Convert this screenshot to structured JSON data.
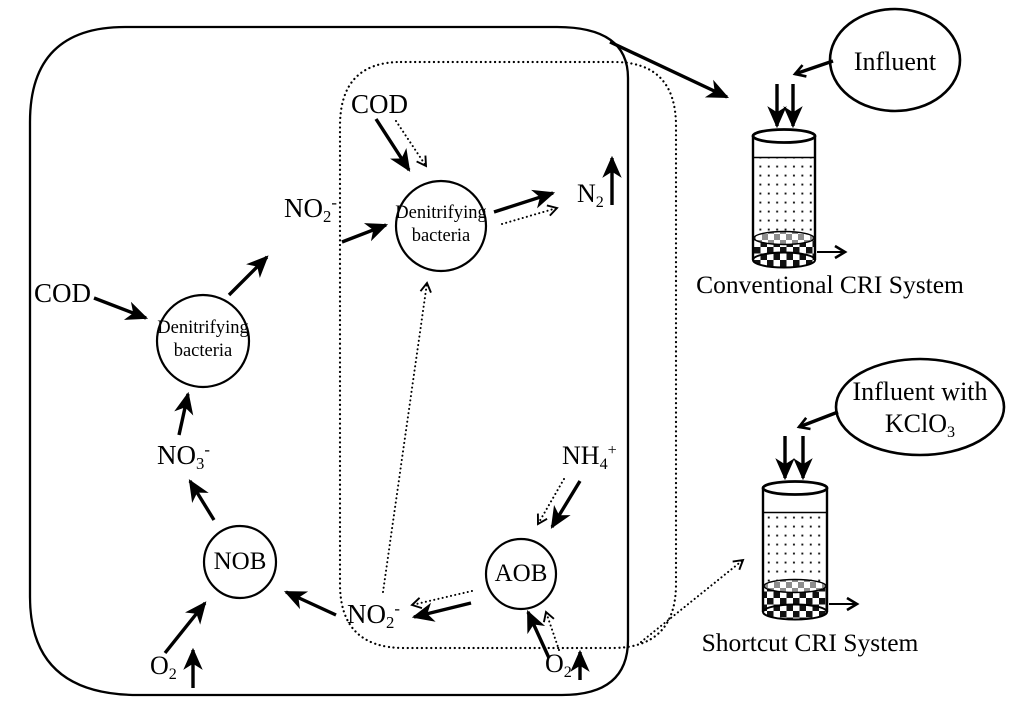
{
  "colors": {
    "ink": "#000000",
    "background": "#ffffff"
  },
  "diagram": {
    "labels": {
      "cod": "COD",
      "no2": {
        "base": "NO",
        "sub": "2",
        "sup": "-"
      },
      "no3": {
        "base": "NO",
        "sub": "3",
        "sup": "-"
      },
      "nh4": {
        "base": "NH",
        "sub": "4",
        "sup": "+"
      },
      "n2": {
        "base": "N",
        "sub": "2"
      },
      "o2": {
        "base": "O",
        "sub": "2"
      }
    },
    "nodes": {
      "denitrifying_line1": "Denitrifying",
      "denitrifying_line2": "bacteria",
      "nob": "NOB",
      "aob": "AOB"
    }
  },
  "right_panel": {
    "influent_label": "Influent",
    "influent_kclo3_line1": "Influent with",
    "influent_kclo3_chem": {
      "base": "KClO",
      "sub": "3"
    },
    "conventional_caption": "Conventional CRI System",
    "shortcut_caption": "Shortcut CRI System"
  }
}
